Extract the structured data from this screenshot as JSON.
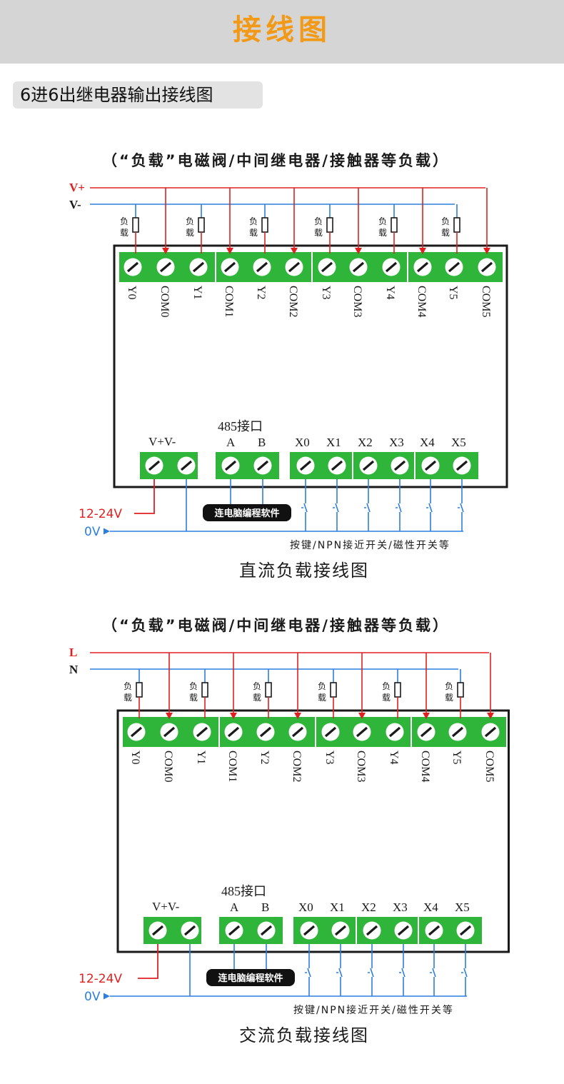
{
  "header": {
    "title": "接线图"
  },
  "subtitle": "6进6出继电器输出接线图",
  "colors": {
    "accent": "#f29a17",
    "terminal_green": "#2fb53a",
    "positive_wire": "#e02020",
    "negative_wire": "#2c7fe0",
    "bg_header": "#d5d5d5"
  },
  "labels": {
    "load_note": "（“负载”电磁阀/中间继电器/接触器等负载）",
    "load": "负载",
    "pc_button": "连电脑编程软件",
    "rs485": "485接口",
    "power_terminal": "V+V-",
    "supply_voltage": "12-24V",
    "zero_volt": "0V",
    "inputs_note": "按键/NPN接近开关/磁性开关等"
  },
  "output_terminals": [
    "Y0",
    "COM0",
    "Y1",
    "COM1",
    "Y2",
    "COM2",
    "Y3",
    "COM3",
    "Y4",
    "COM4",
    "Y5",
    "COM5"
  ],
  "rs485_terminals": [
    "A",
    "B"
  ],
  "input_terminals": [
    "X0",
    "X1",
    "X2",
    "X3",
    "X4",
    "X5"
  ],
  "diagrams": [
    {
      "id": "dc",
      "supply": [
        "V+",
        "V-"
      ],
      "caption": "直流负载接线图"
    },
    {
      "id": "ac",
      "supply": [
        "L",
        "N"
      ],
      "caption": "交流负载接线图"
    }
  ]
}
